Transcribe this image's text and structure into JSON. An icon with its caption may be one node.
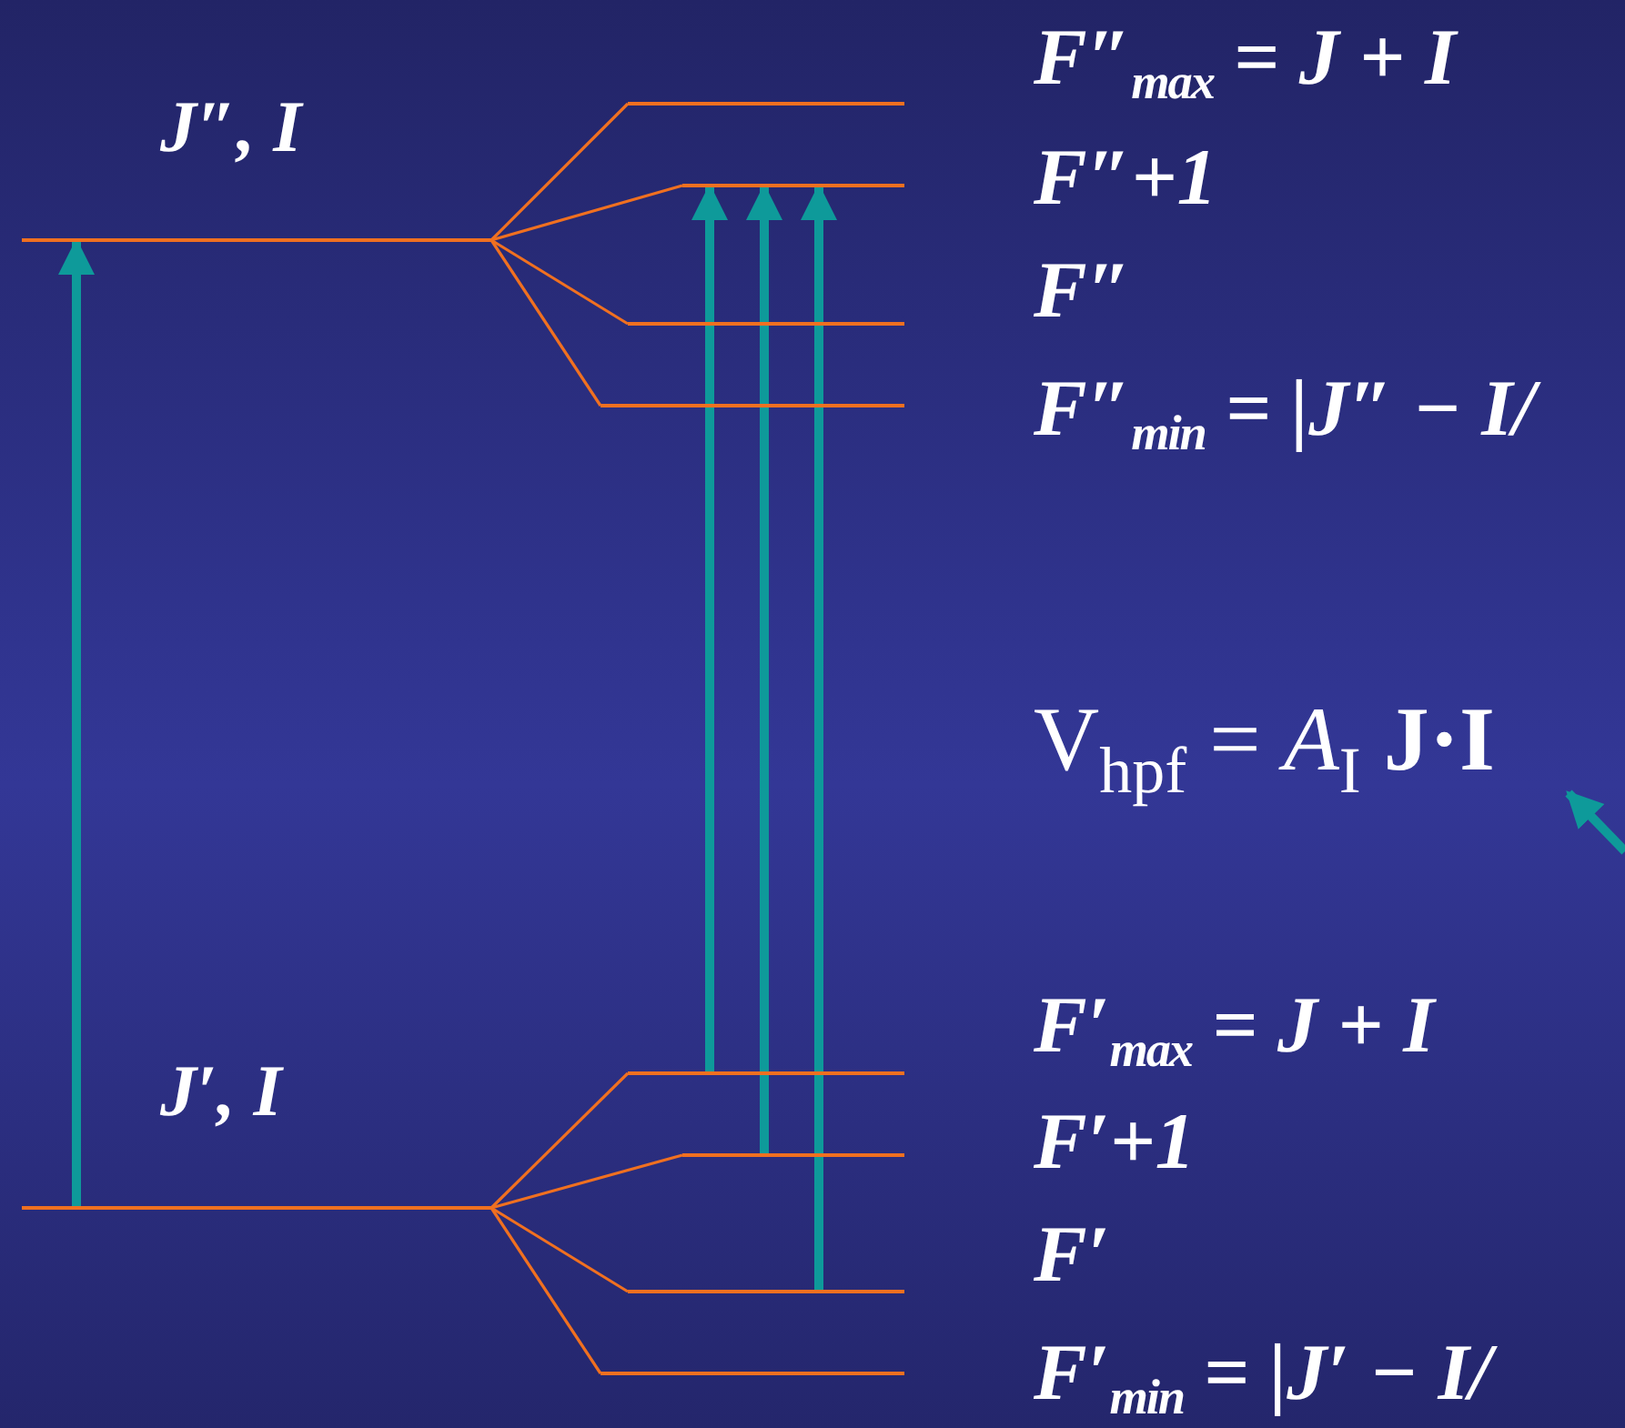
{
  "diagram": {
    "nodes": [
      {
        "text": [],
        "shape": "bar",
        "beside": [
          "J″, I"
        ]
      },
      {
        "text": [],
        "shape": "bar",
        "beside": [
          "F″$_{max}$ = J + I"
        ]
      },
      {
        "text": [],
        "shape": "bar",
        "beside": [
          "F″+1"
        ]
      },
      {
        "text": [],
        "shape": "bar",
        "beside": [
          "F″"
        ]
      },
      {
        "text": [],
        "shape": "bar",
        "beside": [
          "F″$_{min}$ = |J″ − I/"
        ]
      },
      {
        "text": [],
        "shape": "bar",
        "beside": [
          "J′, I"
        ]
      },
      {
        "text": [],
        "shape": "bar",
        "beside": [
          "F′$_{max}$ = J + I"
        ]
      },
      {
        "text": [],
        "shape": "bar",
        "beside": [
          "F′+1"
        ]
      },
      {
        "text": [],
        "shape": "bar",
        "beside": [
          "F′"
        ]
      },
      {
        "text": [],
        "shape": "bar",
        "beside": [
          "F′$_{min}$ = |J′ − I/"
        ]
      },
      {
        "text": [
          "V$_{hpf}$ = *A*$_{I}$ **J·I**"
        ]
      }
    ],
    "edges": [
      {
        "from": 0,
        "to": 1,
        "arrow": "none"
      },
      {
        "from": 0,
        "to": 2,
        "arrow": "none"
      },
      {
        "from": 0,
        "to": 3,
        "arrow": "none"
      },
      {
        "from": 0,
        "to": 4,
        "arrow": "none"
      },
      {
        "from": 5,
        "to": 6,
        "arrow": "none"
      },
      {
        "from": 5,
        "to": 7,
        "arrow": "none"
      },
      {
        "from": 5,
        "to": 8,
        "arrow": "none"
      },
      {
        "from": 5,
        "to": 9,
        "arrow": "none"
      },
      {
        "from": 5,
        "to": 0,
        "arrow": "to",
        "style": "thick",
        "color": "#0e9a9a"
      },
      {
        "from": 6,
        "to": 2,
        "arrow": "to",
        "style": "thick",
        "color": "#0e9a9a"
      },
      {
        "from": 7,
        "to": 2,
        "arrow": "to",
        "style": "thick",
        "color": "#0e9a9a"
      },
      {
        "from": 8,
        "to": 2,
        "arrow": "to",
        "style": "thick",
        "color": "#0e9a9a"
      },
      {
        "from": null,
        "to": 10,
        "arrow": "to",
        "style": "thick",
        "color": "#0e9a9a"
      }
    ]
  }
}
